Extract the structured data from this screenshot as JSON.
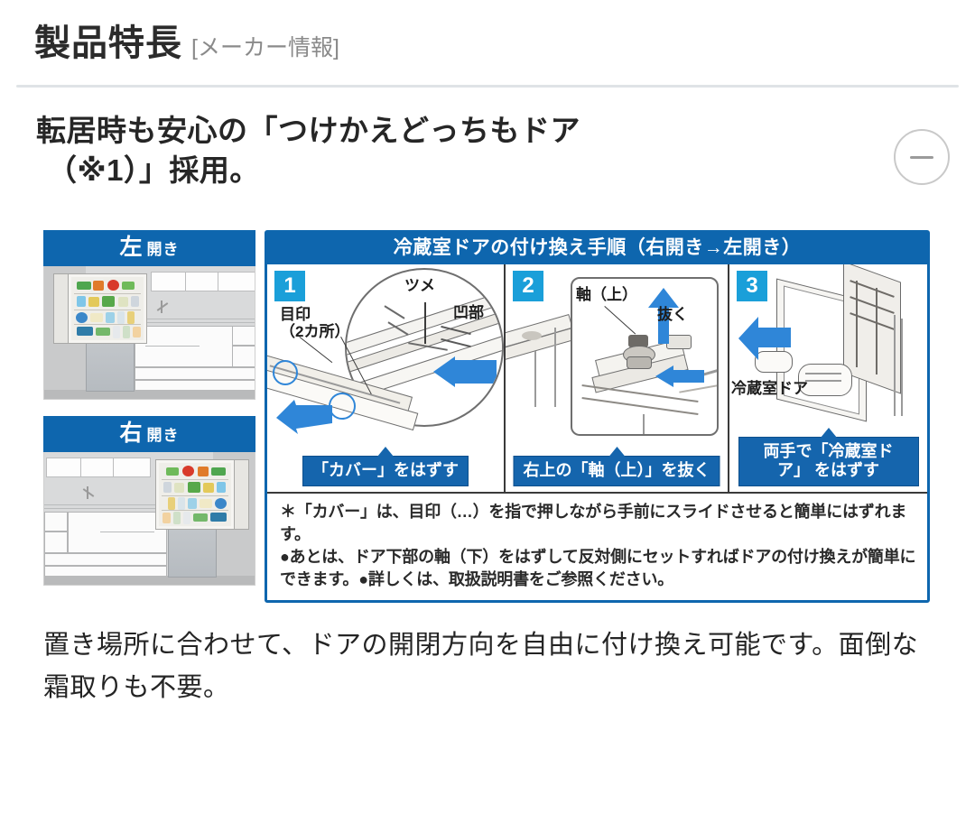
{
  "header": {
    "title": "製品特長",
    "subtitle": "[メーカー情報]"
  },
  "accordion": {
    "heading_line1": "転居時も安心の「つけかえどっちもドア",
    "heading_line2": "（※1）」採用。",
    "toggle_icon": "minus-circle-icon",
    "toggle_state": "expanded"
  },
  "figure": {
    "direction_blocks": [
      {
        "label_main": "左",
        "label_sub": "開き",
        "illustration": "kitchen-left-open-refrigerator"
      },
      {
        "label_main": "右",
        "label_sub": "開き",
        "illustration": "kitchen-right-open-refrigerator"
      }
    ],
    "procedure": {
      "header": "冷蔵室ドアの付け換え手順（右開き→左開き）",
      "steps": [
        {
          "number": "1",
          "labels": [
            "目印",
            "（2カ所）",
            "ツメ",
            "凹部"
          ],
          "caption": "「カバー」をはずす"
        },
        {
          "number": "2",
          "labels": [
            "軸（上）",
            "抜く"
          ],
          "caption": "右上の「軸（上）」を抜く"
        },
        {
          "number": "3",
          "labels": [
            "冷蔵室ドア"
          ],
          "caption_line1": "両手で「冷蔵室ドア」",
          "caption_line2": "をはずす"
        }
      ],
      "notes": [
        "＊「カバー」は、目印（…）を指で押しながら手前にスライドさせると簡単にはずれます。",
        "●あとは、ドア下部の軸（下）をはずして反対側にセットすればドアの付け換えが簡単にできます。●詳しくは、取扱説明書をご参照ください。"
      ]
    }
  },
  "body": {
    "paragraph": "置き場所に合わせて、ドアの開閉方向を自由に付け換え可能です。面倒な霜取りも不要。"
  },
  "colors": {
    "brand_blue": "#0e66ae",
    "step_badge_blue": "#1a9fd9",
    "caption_blue": "#1565ad",
    "arrow_blue": "#2f86d8",
    "rule_gray": "#dfe3e6"
  }
}
